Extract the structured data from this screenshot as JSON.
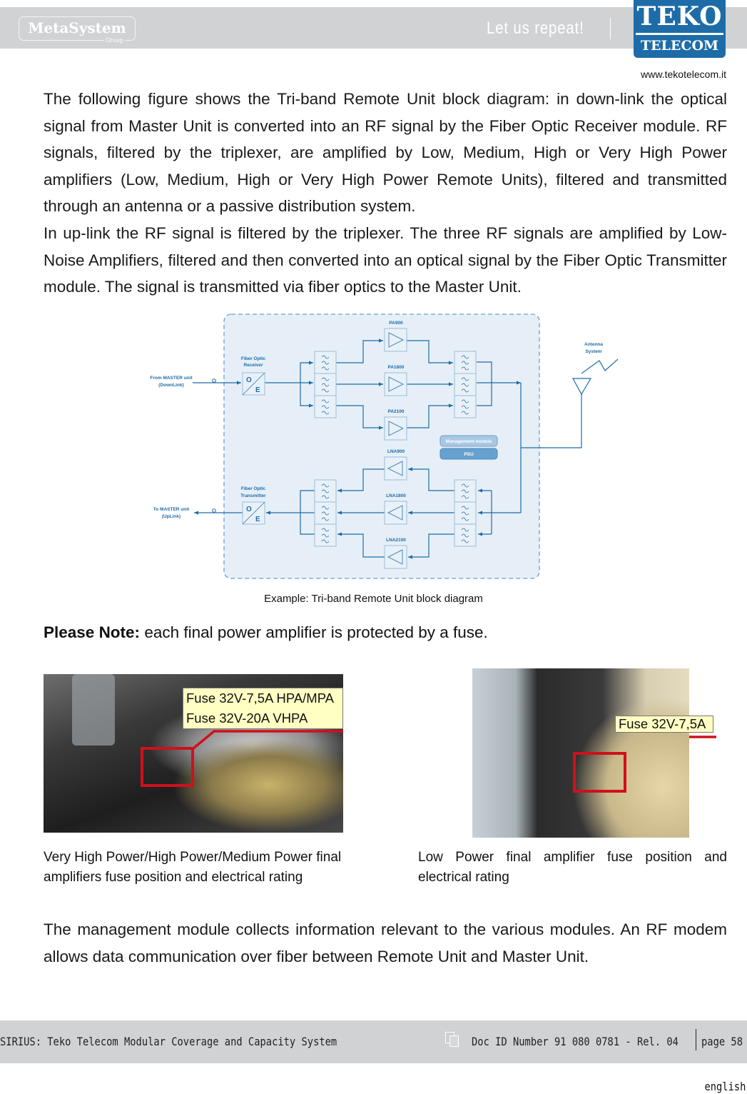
{
  "header": {
    "brand_left": "MetaSystem",
    "brand_left_sub": "Group",
    "slogan": "Let us repeat!",
    "logo_line1": "TEKO",
    "logo_line2": "TELECOM",
    "website": "www.tekotelecom.it"
  },
  "body": {
    "para1": "The following figure shows the Tri-band Remote Unit block diagram: in down-link the optical signal from Master Unit is converted into an RF signal by the Fiber Optic Receiver module. RF signals, filtered by the triplexer, are amplified by Low, Medium, High or Very High Power amplifiers (Low, Medium, High or Very High Power Remote Units), filtered and transmitted through an antenna or a passive distribution system.",
    "para2": "In up-link the RF signal is filtered by the triplexer. The three RF signals are amplified by Low-Noise Amplifiers, filtered and then converted into an optical signal by the Fiber Optic Transmitter module. The signal is transmitted via fiber optics to the Master Unit.",
    "diagram_caption": "Example: Tri-band Remote Unit block diagram",
    "note_bold": "Please Note:",
    "note_text": " each final power amplifier is protected by a fuse.",
    "para3": "The management module collects information relevant to the various modules. An RF modem allows data communication over fiber between Remote Unit and Master Unit."
  },
  "diagram": {
    "from_master": [
      "From MASTER unit",
      "(DownLink)"
    ],
    "to_master": [
      "To MASTER unit",
      "(UpLink)"
    ],
    "fo_receiver": [
      "Fiber Optic",
      "Receiver"
    ],
    "fo_transmitter": [
      "Fiber Optic",
      "Transmitter"
    ],
    "oe_o": "O",
    "oe_e": "E",
    "antenna": [
      "Antenna",
      "System"
    ],
    "pa": [
      "PA900",
      "PA1800",
      "PA2100"
    ],
    "lna": [
      "LNA900",
      "LNA1800",
      "LNA2100"
    ],
    "management": "Management module",
    "psu": "PSU"
  },
  "photos": {
    "left": {
      "label1": "Fuse 32V-7,5A HPA/MPA",
      "label2": "Fuse 32V-20A VHPA",
      "caption": "Very High Power/High Power/Medium Power final amplifiers fuse position and electrical rating"
    },
    "right": {
      "label": "Fuse 32V-7,5A",
      "caption": "Low Power final amplifier fuse position and electrical rating"
    }
  },
  "footer": {
    "title": "SIRIUS: Teko Telecom Modular Coverage and Capacity System",
    "doc_id": "Doc ID Number 91 080 0781 - Rel. 04",
    "page": "page 58",
    "language": "english"
  }
}
